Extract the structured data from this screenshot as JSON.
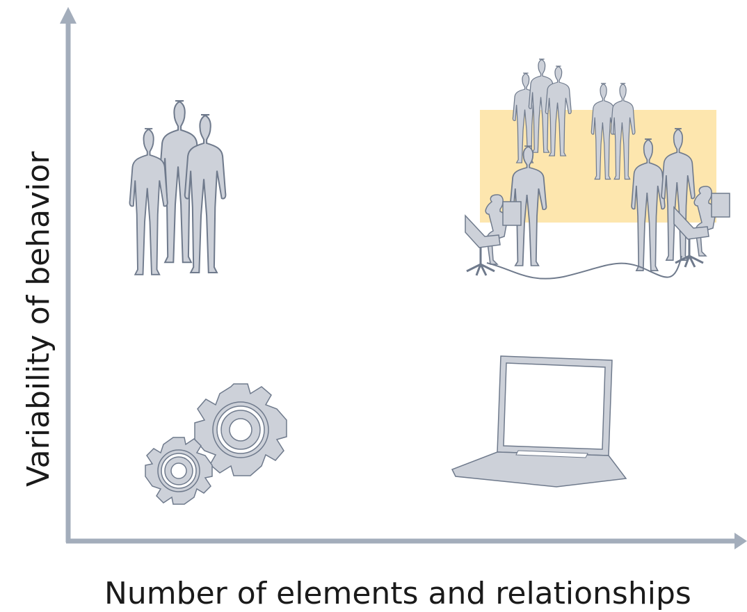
{
  "axes": {
    "x_label": "Number of elements and relationships",
    "y_label": "Variability of behavior"
  },
  "colors": {
    "axis": "#a3adbb",
    "figure_fill": "#cdd1d9",
    "figure_stroke": "#6f7a8c",
    "highlight": "#fde6ae"
  },
  "quadrants": [
    {
      "position": "top-left",
      "icon": "small-group-people-icon"
    },
    {
      "position": "top-right",
      "icon": "networked-group-people-icon"
    },
    {
      "position": "bottom-left",
      "icon": "gears-icon"
    },
    {
      "position": "bottom-right",
      "icon": "laptop-icon"
    }
  ]
}
